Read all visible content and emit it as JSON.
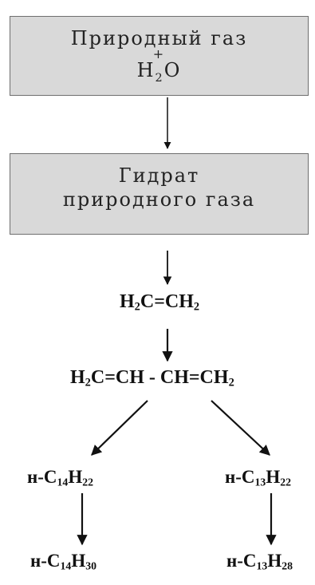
{
  "box1": {
    "line1": "Природный газ",
    "plus": "+",
    "water_h": "H",
    "water_sub": "2",
    "water_o": "O"
  },
  "box2": {
    "line1": "Гидрат",
    "line2": "природного газа"
  },
  "ethylene": {
    "a": "H",
    "a_sub": "2",
    "b": "C=CH",
    "b_sub": "2"
  },
  "butadiene": {
    "a": "H",
    "a_sub": "2",
    "b": "C=CH - CH=CH",
    "b_sub": "2"
  },
  "left1": {
    "prefix": "н-C",
    "c_sub": "14",
    "h": "H",
    "h_sub": "22"
  },
  "right1": {
    "prefix": "н-C",
    "c_sub": "13",
    "h": "H",
    "h_sub": "22"
  },
  "left2": {
    "prefix": "н-C",
    "c_sub": "14",
    "h": "H",
    "h_sub": "30"
  },
  "right2": {
    "prefix": "н-C",
    "c_sub": "13",
    "h": "H",
    "h_sub": "28"
  },
  "colors": {
    "box_fill": "#d9d9d9",
    "box_border": "#6f6f6f",
    "text": "#111111"
  }
}
